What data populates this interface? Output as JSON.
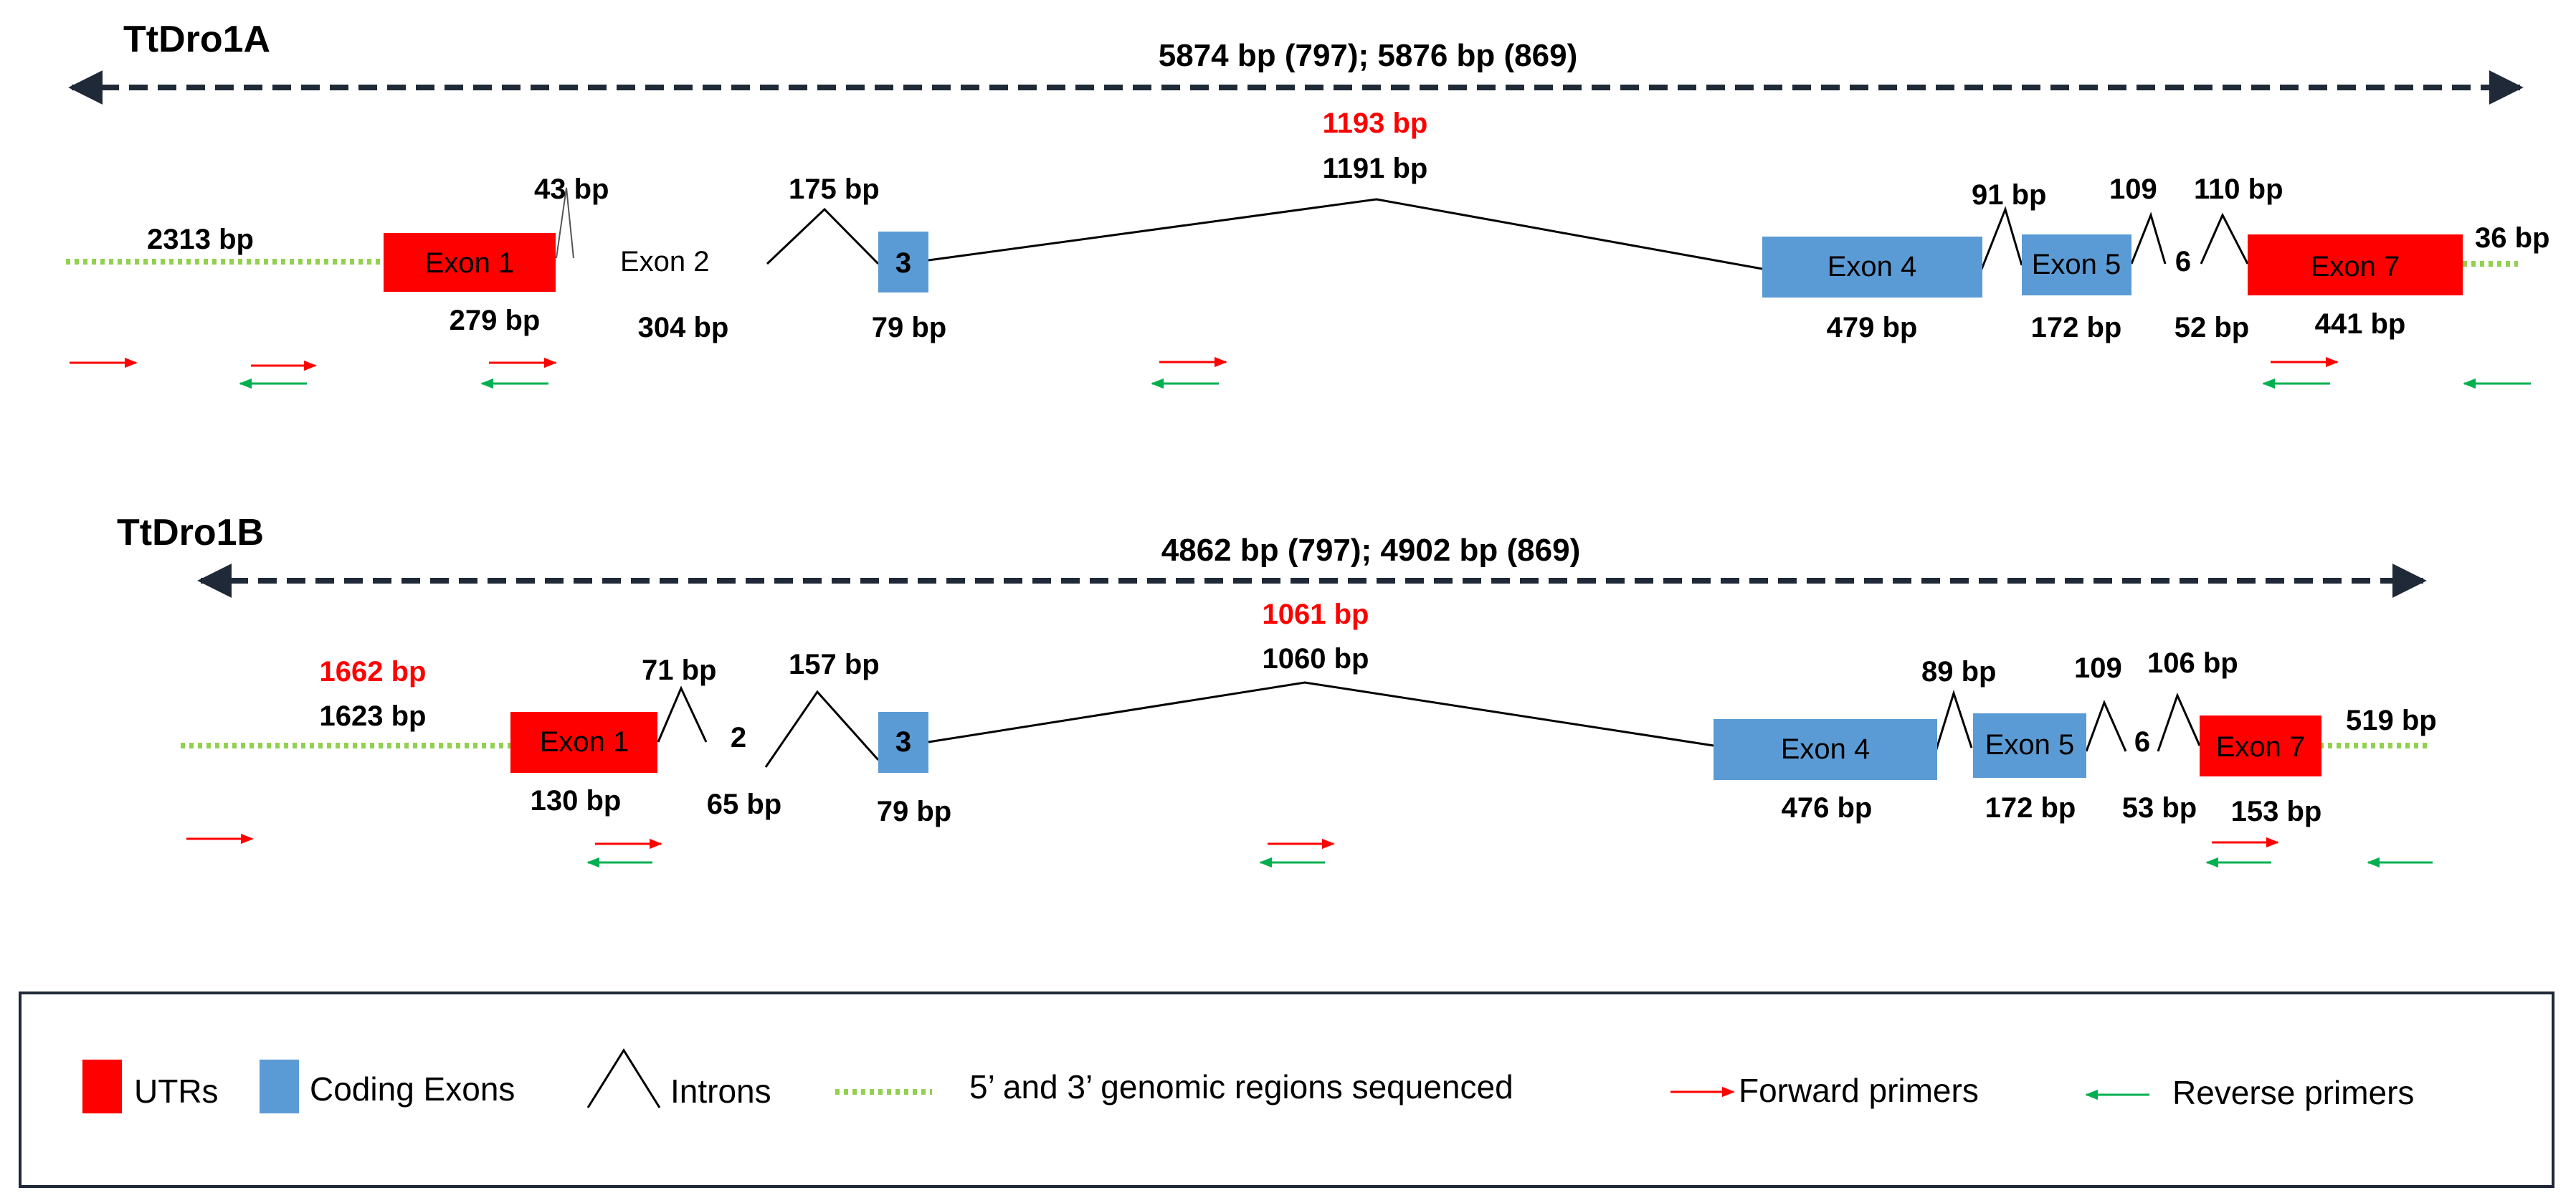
{
  "colors": {
    "utr": "#ff0000",
    "coding": "#5b9bd5",
    "genomic": "#92d050",
    "forward": "#ff0000",
    "reverse": "#00b050",
    "span_line": "#1f2937",
    "highlight": "#ff0000"
  },
  "gene_a": {
    "title": "TtDro1A",
    "span_label": "5874 bp (797); 5876 bp (869)",
    "upstream_label": "2313 bp",
    "downstream_label": "36 bp",
    "exons": [
      {
        "label": "Exon 1",
        "type": "utr",
        "size": "279 bp"
      },
      {
        "label": "Exon 2",
        "type": "none",
        "size": "304 bp"
      },
      {
        "label": "3",
        "type": "coding",
        "size": "79 bp"
      },
      {
        "label": "Exon 4",
        "type": "coding",
        "size": "479 bp"
      },
      {
        "label": "Exon 5",
        "type": "coding",
        "size": "172 bp"
      },
      {
        "label": "6",
        "type": "none",
        "size": "52 bp"
      },
      {
        "label": "Exon 7",
        "type": "utr",
        "size": "441 bp"
      }
    ],
    "introns": [
      {
        "label": "43 bp"
      },
      {
        "label": "175 bp"
      },
      {
        "label": "1191 bp",
        "alt_label": "1193 bp"
      },
      {
        "label": "91 bp"
      },
      {
        "label": "109"
      },
      {
        "label": "110 bp"
      }
    ]
  },
  "gene_b": {
    "title": "TtDro1B",
    "span_label": "4862 bp (797); 4902 bp (869)",
    "upstream_label": "1623 bp",
    "upstream_alt_label": "1662 bp",
    "downstream_label": "519 bp",
    "exons": [
      {
        "label": "Exon 1",
        "type": "utr",
        "size": "130 bp"
      },
      {
        "label": "2",
        "type": "none",
        "size": "65 bp"
      },
      {
        "label": "3",
        "type": "coding",
        "size": "79 bp"
      },
      {
        "label": "Exon 4",
        "type": "coding",
        "size": "476 bp"
      },
      {
        "label": "Exon 5",
        "type": "coding",
        "size": "172 bp"
      },
      {
        "label": "6",
        "type": "none",
        "size": "53 bp"
      },
      {
        "label": "Exon 7",
        "type": "utr",
        "size": "153 bp"
      }
    ],
    "introns": [
      {
        "label": "71 bp"
      },
      {
        "label": "157 bp"
      },
      {
        "label": "1060 bp",
        "alt_label": "1061 bp"
      },
      {
        "label": "89 bp"
      },
      {
        "label": "109"
      },
      {
        "label": "106 bp"
      }
    ]
  },
  "legend": {
    "utr": "UTRs",
    "coding": "Coding Exons",
    "introns": "Introns",
    "genomic": "5’ and 3’ genomic regions sequenced",
    "forward": "Forward primers",
    "reverse": "Reverse primers"
  }
}
